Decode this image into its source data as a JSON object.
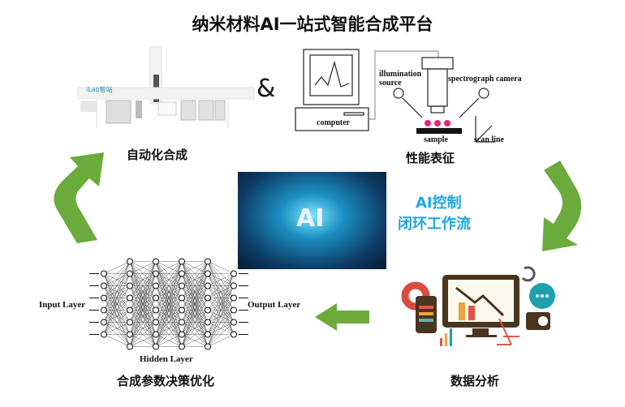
{
  "title": "纳米材料AI一站式智能合成平台",
  "ampersand": "&",
  "synthesis": {
    "caption": "自动化合成",
    "logo_text": "iLab智站"
  },
  "characterization": {
    "caption": "性能表征",
    "labels": {
      "computer": "computer",
      "illumination": "illumination",
      "source": "source",
      "camera": "spectrograph camera",
      "sample": "sample",
      "scan": "scan line"
    }
  },
  "center": {
    "image_text": "AI",
    "line1": "AI控制",
    "line2": "闭环工作流"
  },
  "analysis": {
    "caption": "数据分析"
  },
  "optimization": {
    "caption": "合成参数决策优化",
    "input": "Input Layer",
    "hidden": "Hidden Layer",
    "output": "Output Layer",
    "layers": [
      6,
      8,
      8,
      8,
      8,
      6
    ]
  },
  "colors": {
    "arrow": "#6aab3b",
    "accent": "#1aa7e8",
    "dot": "#e8237a"
  }
}
